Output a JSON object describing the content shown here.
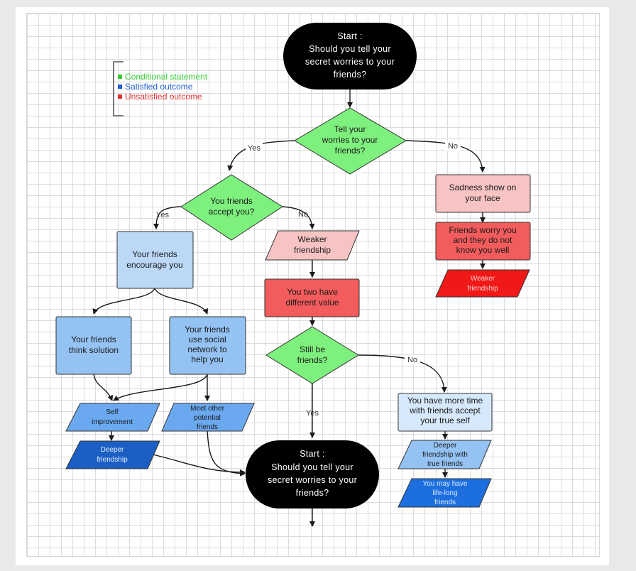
{
  "legend": {
    "items": [
      {
        "label": "Conditional statement",
        "color": "#33cc33"
      },
      {
        "label": "Satisfied outcome",
        "color": "#1f5fd6"
      },
      {
        "label": "Unsatisfied outcome",
        "color": "#e03030"
      }
    ]
  },
  "nodes": {
    "start_top": {
      "lines": [
        "Start :",
        "Should you tell your",
        "secret worries to your",
        "friends?"
      ]
    },
    "tell_worries": {
      "lines": [
        "Tell your",
        "worries to your",
        "friends?"
      ]
    },
    "accept": {
      "lines": [
        "You friends",
        "accept you?"
      ]
    },
    "sadness": {
      "lines": [
        "Sadness show on",
        "your face"
      ]
    },
    "worry_not_know": {
      "lines": [
        "Friends worry you",
        "and they do not",
        "know you well"
      ]
    },
    "weaker_right": {
      "lines": [
        "Weaker",
        "friendship"
      ]
    },
    "weaker_mid": {
      "lines": [
        "Weaker",
        "friendship"
      ]
    },
    "different_value": {
      "lines": [
        "You two have",
        "different value"
      ]
    },
    "still_friends": {
      "lines": [
        "Still be",
        "friends?"
      ]
    },
    "encourage": {
      "lines": [
        "Your friends",
        "encourage you"
      ]
    },
    "think_solution": {
      "lines": [
        "Your friends",
        "think solution"
      ]
    },
    "social_network": {
      "lines": [
        "Your friends",
        "use social",
        "network to",
        "help you"
      ]
    },
    "self_improvement": {
      "lines": [
        "Self",
        "improvement"
      ]
    },
    "meet_friends": {
      "lines": [
        "Meet other",
        "potential",
        "friends"
      ]
    },
    "deeper_left": {
      "lines": [
        "Deeper",
        "friendship"
      ]
    },
    "start_bottom": {
      "lines": [
        "Start :",
        "Should you tell your",
        "secret worries to your",
        "friends?"
      ]
    },
    "more_time": {
      "lines": [
        "You have more time",
        "with friends accept",
        "your true self"
      ]
    },
    "deeper_true": {
      "lines": [
        "Deeper",
        "friendship with",
        "true friends"
      ]
    },
    "life_long": {
      "lines": [
        "You may have",
        "life-long",
        "friends"
      ]
    }
  },
  "edge_labels": {
    "yes_1": "Yes",
    "no_1": "No",
    "yes_2": "Yes",
    "no_2": "No",
    "yes_3": "Yes",
    "no_3": "No"
  },
  "colors": {
    "conditional": "#7ef07e",
    "satisfied_light": "#bcd8f7",
    "satisfied_mid": "#6aa9ef",
    "satisfied_dark": "#1b5fc4",
    "satisfied_bright": "#1d6fe0",
    "unsatisfied_light": "#f7c3c3",
    "unsatisfied_mid": "#f25c5c",
    "unsatisfied_bright": "#f11818",
    "terminal": "#000000"
  }
}
